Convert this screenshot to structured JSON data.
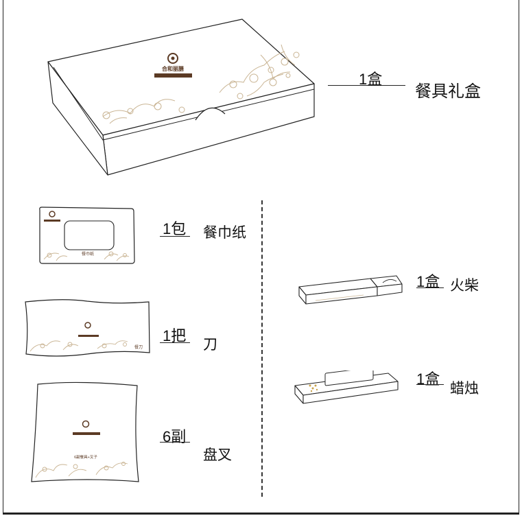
{
  "colors": {
    "line": "#222222",
    "ornament": "#c9b493",
    "brand": "#5b3a24"
  },
  "brand": {
    "name": "合和丽膳"
  },
  "items": [
    {
      "id": "gift-box",
      "qty": "1盒",
      "name": "餐具礼盒"
    },
    {
      "id": "napkin",
      "qty": "1包",
      "name": "餐巾纸",
      "pack_label": "餐巾纸"
    },
    {
      "id": "knife",
      "qty": "1把",
      "name": "刀",
      "pack_label": "餐刀"
    },
    {
      "id": "forks",
      "qty": "6副",
      "name": "盘叉",
      "pack_label": "6副餐具+叉子"
    },
    {
      "id": "matches",
      "qty": "1盒",
      "name": "火柴"
    },
    {
      "id": "candles",
      "qty": "1盒",
      "name": "蜡烛"
    }
  ]
}
